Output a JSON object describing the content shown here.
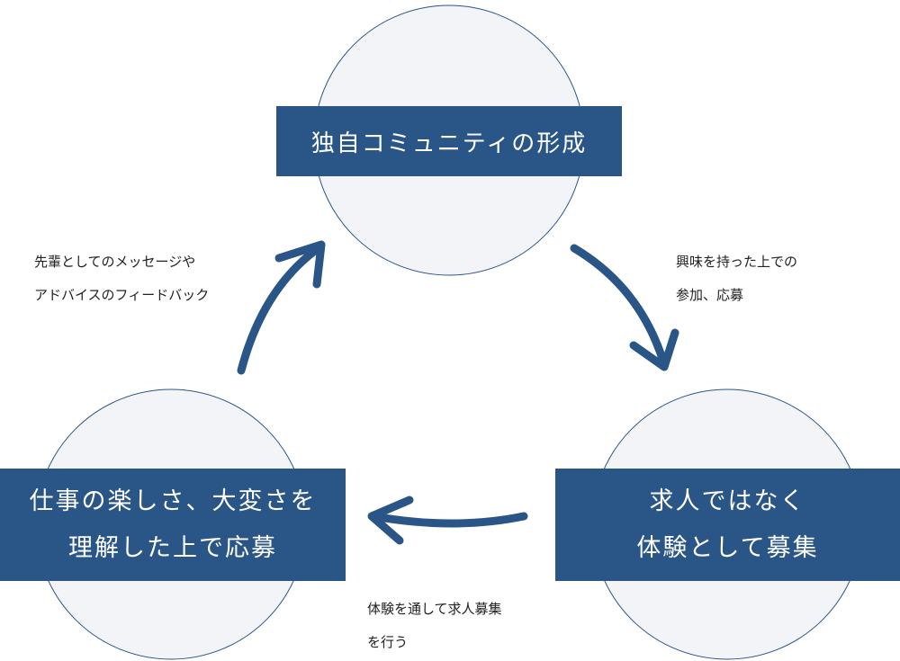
{
  "colors": {
    "box_fill": "#2a5587",
    "circle_fill": "#f2f4f7",
    "circle_stroke": "#2a5587",
    "arrow": "#2a5587",
    "text_on_box": "#ffffff",
    "caption_text": "#222222"
  },
  "nodes": {
    "top": {
      "lines": [
        "独自コミュニティの形成"
      ]
    },
    "right": {
      "lines": [
        "求人ではなく",
        "体験として募集"
      ]
    },
    "left": {
      "lines": [
        "仕事の楽しさ、大変さを",
        "理解した上で応募"
      ]
    }
  },
  "edges": {
    "top_to_right": {
      "caption": [
        "興味を持った上での",
        "参加、応募"
      ]
    },
    "right_to_left": {
      "caption": [
        "体験を通して求人募集",
        "を行う"
      ]
    },
    "left_to_top": {
      "caption": [
        "先輩としてのメッセージや",
        "アドバイスのフィードバック"
      ]
    }
  }
}
